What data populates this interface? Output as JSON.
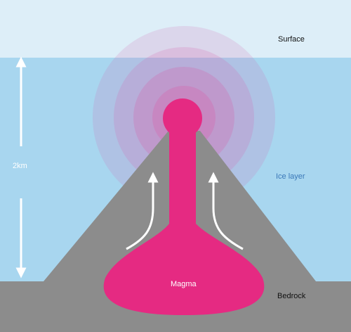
{
  "labels": {
    "surface": "Surface",
    "ice_layer": "Ice layer",
    "depth": "2km",
    "magma": "Magma",
    "bedrock": "Bedrock"
  },
  "colors": {
    "sky": "#ddeef8",
    "ice": "#a8d6ef",
    "rock": "#8c8c8c",
    "magma": "#e52a82",
    "glow": "#d46ab0",
    "arrow": "#ffffff",
    "ice_label": "#3a78b8",
    "text": "#111111"
  },
  "icons": {
    "depth_arrow": "double-headed-vertical-arrow",
    "flow_arrows": "curved-upward-arrow"
  }
}
